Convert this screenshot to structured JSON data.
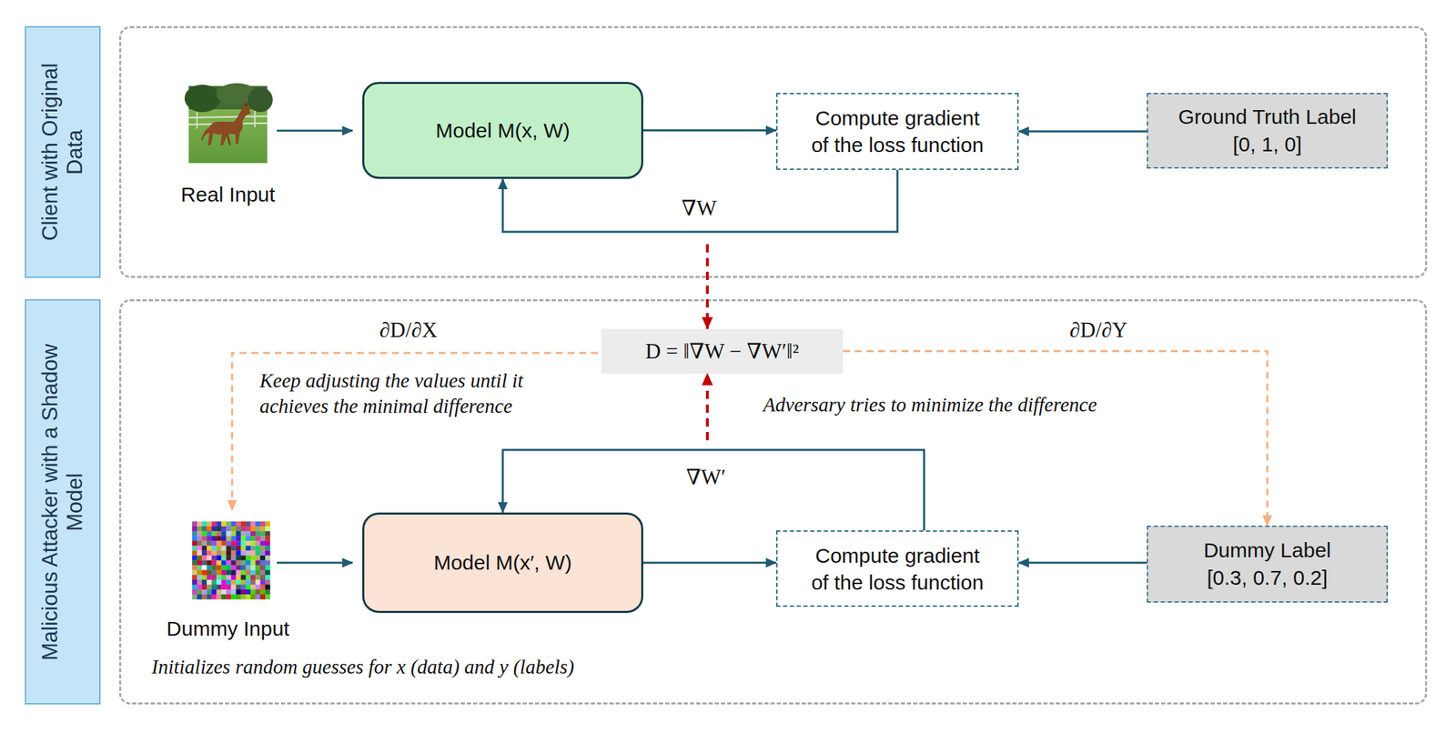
{
  "diagram": {
    "nodes": [
      {
        "text": [
          "Client with Original Data"
        ]
      },
      {
        "text": [
          "Model M(x, W)"
        ],
        "in": 0
      },
      {
        "text": [
          "Compute gradient of the loss function"
        ],
        "in": 0
      },
      {
        "text": [
          "Ground Truth Label",
          "[0, 1, 0]"
        ],
        "in": 0
      },
      {
        "text": [
          "Malicious Attacker with a Shadow Model"
        ]
      },
      {
        "text": [
          "D = ‖∇W − ∇W′‖²"
        ],
        "in": 4
      },
      {
        "text": [
          "Model M(x′, W)"
        ],
        "in": 4
      },
      {
        "text": [
          "Compute gradient of the loss function"
        ],
        "in": 4
      },
      {
        "text": [
          "Dummy Label",
          "[0.3, 0.7, 0.2]"
        ],
        "in": 4
      }
    ],
    "edges": [
      {
        "from": 1,
        "to": 2,
        "arrow": "to"
      },
      {
        "from": 3,
        "to": 2,
        "arrow": "to"
      },
      {
        "from": 2,
        "to": 1,
        "label": "∇W",
        "arrow": "to"
      },
      {
        "from": 0,
        "to": 5,
        "arrow": "to"
      },
      {
        "from": 7,
        "to": 5,
        "arrow": "to"
      },
      {
        "from": 7,
        "to": 6,
        "label": "∇W′",
        "arrow": "to"
      },
      {
        "from": 6,
        "to": 7,
        "arrow": "to"
      },
      {
        "from": 8,
        "to": 7,
        "arrow": "to"
      },
      {
        "from": 5,
        "to": 8,
        "label": "∂D/∂Y",
        "arrow": "to"
      }
    ],
    "labels": [
      "Real Input",
      "∂D/∂X",
      "Keep adjusting the values until it achieves the minimal difference",
      "Adversary tries to minimize the difference",
      "Dummy Input",
      "Initializes random guesses for x (data) and y (labels)"
    ]
  }
}
